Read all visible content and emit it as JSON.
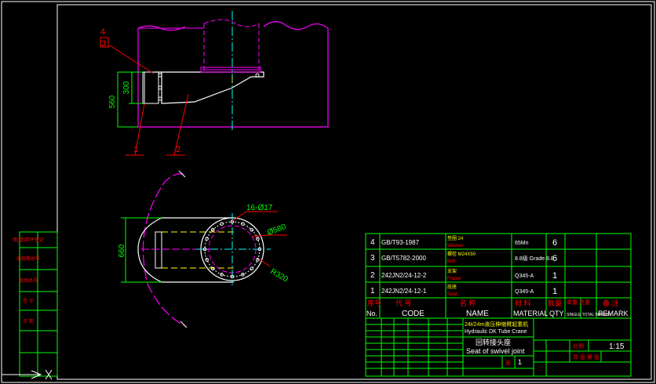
{
  "colors": {
    "background": "#000000",
    "border": "#ffffff",
    "part": "#ffffff",
    "dimension": "#00ff00",
    "highlight": "#ff00ff",
    "centerline": "#00ffff",
    "leader": "#ff0000",
    "hidden": "#ffff00",
    "title_text": "#ffffff",
    "table_line": "#00ff00"
  },
  "front_view": {
    "dim_560": "560",
    "dim_300": "300",
    "callout_1": "1",
    "callout_2": "2",
    "callout_3": "3",
    "callout_4": "4"
  },
  "plan_view": {
    "dim_660": "660",
    "label_holes": "16-Ø17",
    "label_dia": "Ø580",
    "label_radius": "R320"
  },
  "parts_list": [
    {
      "no": "4",
      "code": "GB/T93-1987",
      "name_cn": "垫圈 24",
      "name_en": "Washer",
      "material": "65Mn",
      "qty": "6"
    },
    {
      "no": "3",
      "code": "GB/T5782-2000",
      "name_cn": "螺栓 M24X50",
      "name_en": "Bolt",
      "material": "8.8级 Grade 8.8",
      "qty": "6"
    },
    {
      "no": "2",
      "code": "242JN2/24-12-2",
      "name_cn": "支架",
      "name_en": "Frame",
      "material": "Q345-A",
      "qty": "1"
    },
    {
      "no": "1",
      "code": "242JN2/24-12-1",
      "name_cn": "底座",
      "name_en": "Seat",
      "material": "Q345-A",
      "qty": "1"
    }
  ],
  "parts_header": {
    "no_cn": "序号",
    "no_en": "No.",
    "code_cn": "代 号",
    "code_en": "CODE",
    "name_cn": "名 称",
    "name_en": "NAME",
    "material_cn": "材 料",
    "material_en": "MATERIAL",
    "qty_cn": "数量",
    "qty_en": "QTY",
    "weight_cn": "单重 总重",
    "weight_en": "SINGLE TOTAL WEIGHT",
    "remark_cn": "备 注",
    "remark_en": "REMARK"
  },
  "title_block": {
    "project_cn": "24t/24m液压伸缩臂起重机",
    "project_en": "Hydraulic DK Tube Crane",
    "drawing_cn": "回转接头座",
    "drawing_en": "Seat of swivel joint",
    "scale_label": "比例",
    "scale_value": "1:15",
    "sheet_value": "1",
    "sheet_label": "张",
    "drawing_code": "",
    "sheet_cn": "共 张 第 张"
  },
  "left_strip_labels": [
    "借(通)用件登记",
    "旧底图总号",
    "底图总号",
    "签 字",
    "日 期"
  ]
}
